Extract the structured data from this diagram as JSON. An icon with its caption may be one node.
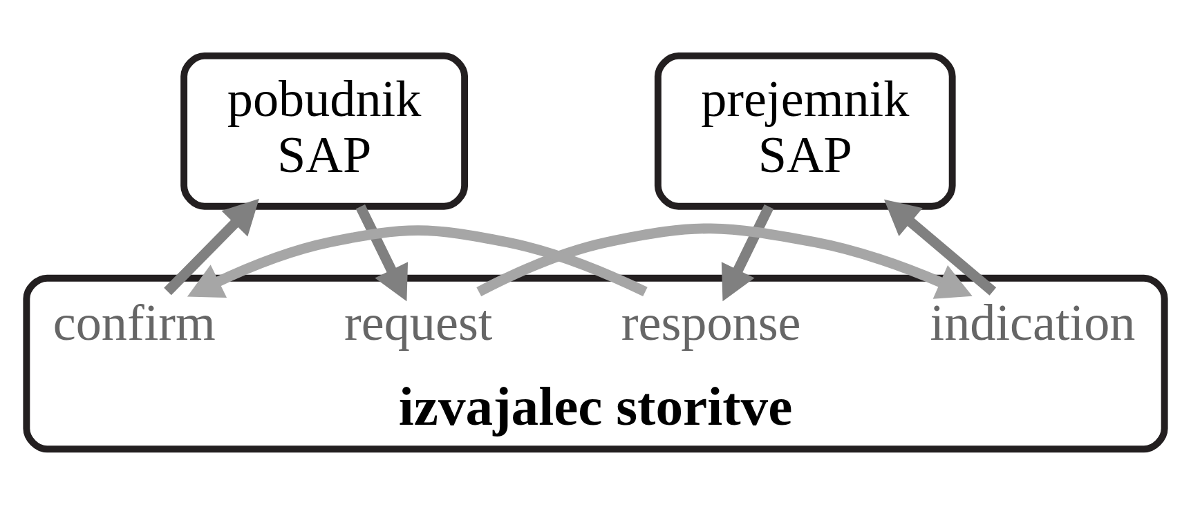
{
  "diagram": {
    "nodes": [
      {
        "text": [
          "pobudnik",
          "SAP"
        ]
      },
      {
        "text": [
          "prejemnik",
          "SAP"
        ]
      },
      {
        "text": [
          "izvajalec storitve"
        ]
      },
      {
        "text": [
          "request"
        ],
        "in": 2
      },
      {
        "text": [
          "confirm"
        ],
        "in": 2
      },
      {
        "text": [
          "response"
        ],
        "in": 2
      },
      {
        "text": [
          "indication"
        ],
        "in": 2
      }
    ],
    "edges": [
      {
        "from": 0,
        "to": 3,
        "arrow": "to"
      },
      {
        "from": 3,
        "to": 6,
        "arrow": "to",
        "color": "#a6a6a6"
      },
      {
        "from": 6,
        "to": 1,
        "arrow": "to"
      },
      {
        "from": 1,
        "to": 5,
        "arrow": "to"
      },
      {
        "from": 5,
        "to": 4,
        "arrow": "to",
        "color": "#a6a6a6"
      },
      {
        "from": 4,
        "to": 0,
        "arrow": "to"
      }
    ]
  }
}
